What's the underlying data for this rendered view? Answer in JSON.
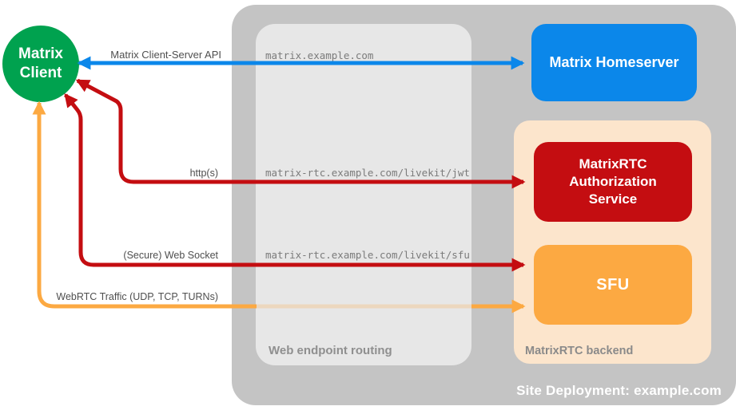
{
  "diagram": {
    "site": {
      "label": "Site Deployment: example.com"
    },
    "client": {
      "label": "Matrix\nClient"
    },
    "homeserver": {
      "label": "Matrix Homeserver"
    },
    "auth_service": {
      "label": "MatrixRTC\nAuthorization\nService"
    },
    "sfu": {
      "label": "SFU"
    },
    "routing": {
      "label": "Web endpoint routing",
      "endpoints": [
        "matrix.example.com",
        "matrix-rtc.example.com/livekit/jwt",
        "matrix-rtc.example.com/livekit/sfu"
      ]
    },
    "backend": {
      "label": "MatrixRTC backend"
    },
    "arrows": {
      "client_server_api": {
        "label": "Matrix Client-Server API",
        "color": "#0b87ea",
        "style": "bidirectional"
      },
      "https": {
        "label": "http(s)",
        "color": "#c40d11",
        "style": "bidirectional"
      },
      "websocket": {
        "label": "(Secure) Web Socket",
        "color": "#c40d11",
        "style": "bidirectional"
      },
      "webrtc": {
        "label": "WebRTC Traffic (UDP, TCP, TURNs)",
        "color": "#fca942",
        "style": "bidirectional, faded under routing box"
      }
    },
    "colors": {
      "client_green": "#00a24f",
      "homeserver_blue": "#0b87ea",
      "auth_red": "#c40d11",
      "sfu_orange": "#fca942",
      "backend_peach": "#fce5cc",
      "site_gray": "#c4c4c4",
      "routing_gray": "#e7e7e7",
      "label_gray": "#4f4f4f",
      "endpoint_text_gray": "#7b7b7b"
    }
  }
}
